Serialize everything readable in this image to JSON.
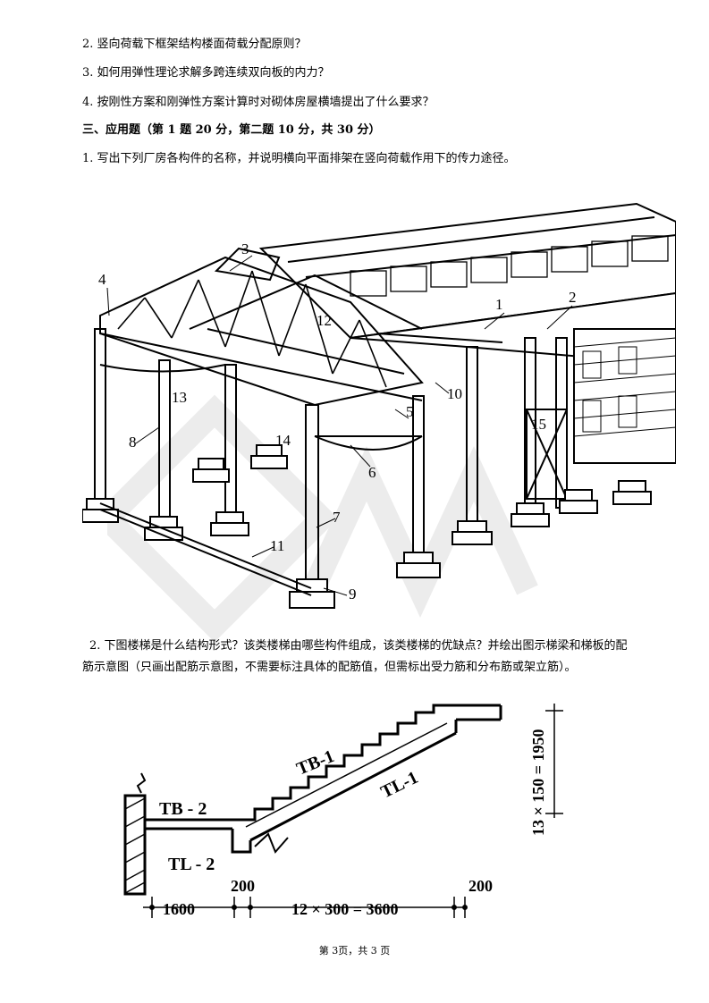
{
  "questions_short": [
    "2. 竖向荷载下框架结构楼面荷载分配原则？",
    "3. 如何用弹性理论求解多跨连续双向板的内力？",
    "4. 按刚性方案和刚弹性方案计算时对砌体房屋横墙提出了什么要求？"
  ],
  "section_title": "三、应用题（第 1 题 20 分，第二题 10 分，共 30 分）",
  "q1": "1. 写出下列厂房各构件的名称，并说明横向平面排架在竖向荷载作用下的传力途径。",
  "q2_line1": "2. 下图楼梯是什么结构形式？该类楼梯由哪些构件组成，该类楼梯的优缺点？并绘出图示梯梁和梯板的配",
  "q2_line2": "筋示意图（只画出配筋示意图，不需要标注具体的配筋值，但需标出受力筋和分布筋或架立筋）。",
  "figure1_labels": [
    "1",
    "2",
    "3",
    "4",
    "5",
    "6",
    "7",
    "8",
    "9",
    "10",
    "11",
    "12",
    "13",
    "14",
    "15"
  ],
  "figure2": {
    "tb1": "TB-1",
    "tl1": "TL-1",
    "tb2": "TB - 2",
    "tl2": "TL - 2",
    "dim_1600": "1600",
    "dim_200a": "200",
    "dim_main": "12 × 300 = 3600",
    "dim_200b": "200",
    "dim_vertical": "13 × 150 = 1950"
  },
  "footer": "第 3页，共 3 页"
}
